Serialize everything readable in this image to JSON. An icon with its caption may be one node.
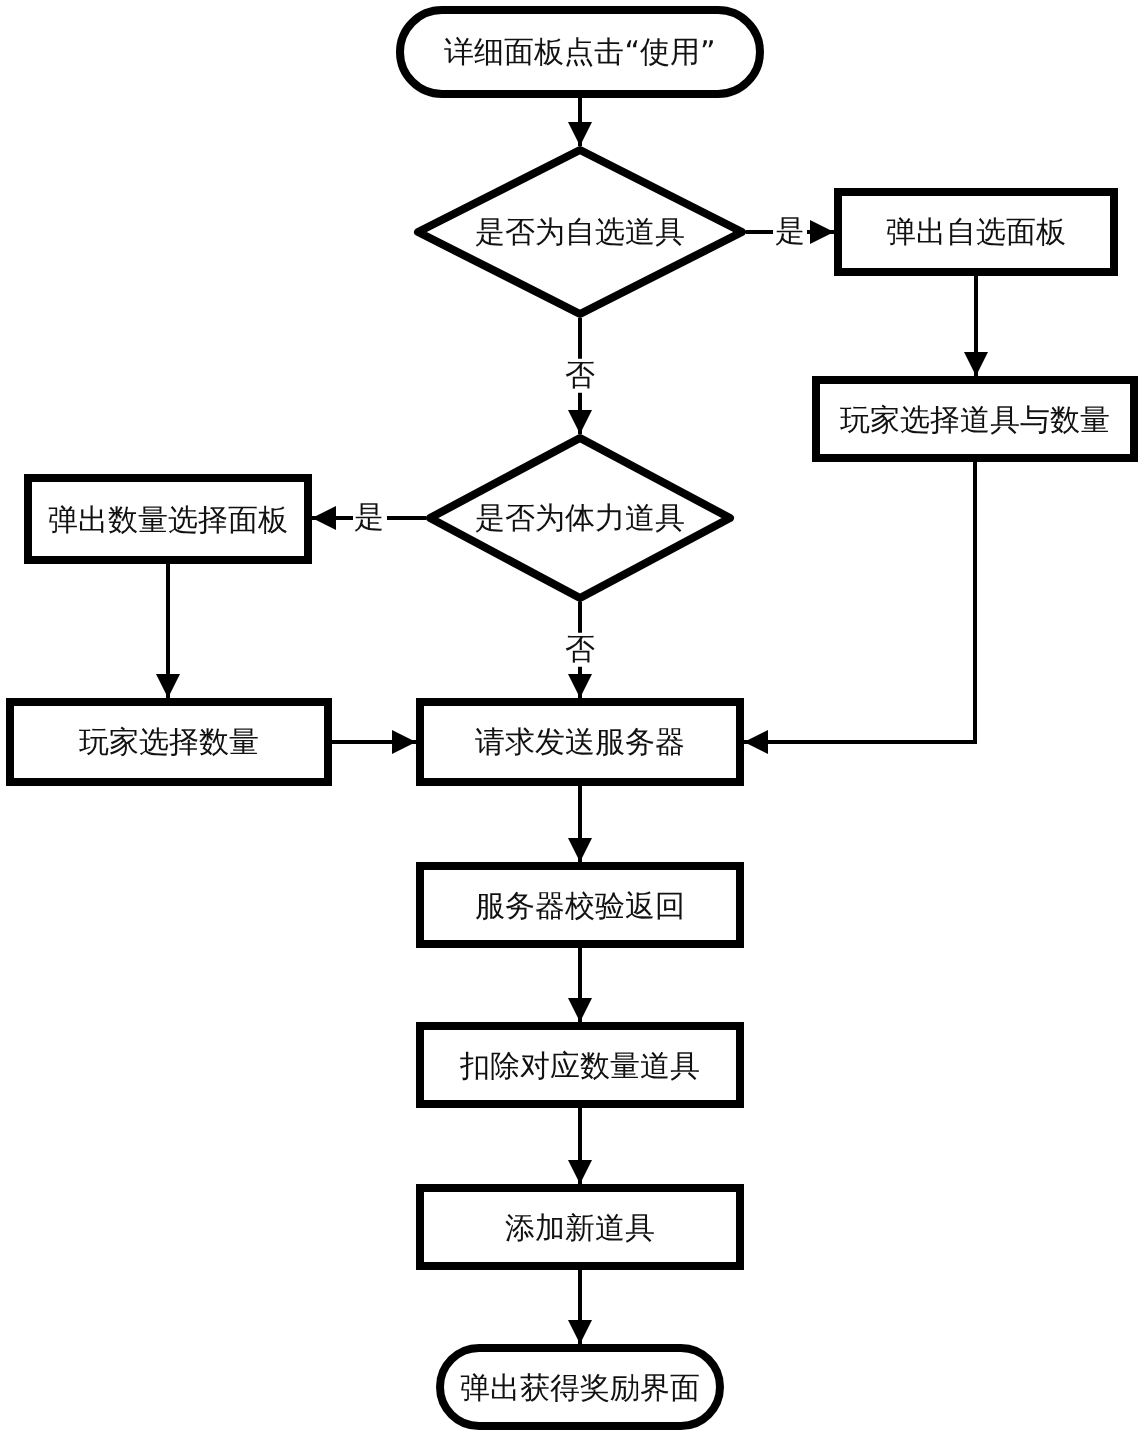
{
  "diagram": {
    "nodes": [
      {
        "text": [
          "详细面板点击“使用”"
        ]
      },
      {
        "text": [
          "是否为自选道具"
        ]
      },
      {
        "text": [
          "弹出自选面板"
        ]
      },
      {
        "text": [
          "玩家选择道具与数量"
        ]
      },
      {
        "text": [
          "是否为体力道具"
        ]
      },
      {
        "text": [
          "弹出数量选择面板"
        ]
      },
      {
        "text": [
          "玩家选择数量"
        ]
      },
      {
        "text": [
          "请求发送服务器"
        ]
      },
      {
        "text": [
          "服务器校验返回"
        ]
      },
      {
        "text": [
          "扣除对应数量道具"
        ]
      },
      {
        "text": [
          "添加新道具"
        ]
      },
      {
        "text": [
          "弹出获得奖励界面"
        ]
      }
    ],
    "edges": [
      {
        "from": 0,
        "to": 1,
        "arrow": "to"
      },
      {
        "from": 1,
        "to": 2,
        "arrow": "to",
        "label": "是"
      },
      {
        "from": 1,
        "to": 4,
        "arrow": "to",
        "label": "否"
      },
      {
        "from": 2,
        "to": 3,
        "arrow": "to"
      },
      {
        "from": 4,
        "to": 5,
        "arrow": "to",
        "label": "是"
      },
      {
        "from": 4,
        "to": 7,
        "arrow": "to",
        "label": "否"
      },
      {
        "from": 5,
        "to": 6,
        "arrow": "to"
      },
      {
        "from": 6,
        "to": 7,
        "arrow": "to"
      },
      {
        "from": 3,
        "to": 7,
        "arrow": "to"
      },
      {
        "from": 7,
        "to": 8,
        "arrow": "to"
      },
      {
        "from": 8,
        "to": 9,
        "arrow": "to"
      },
      {
        "from": 9,
        "to": 10,
        "arrow": "to"
      },
      {
        "from": 10,
        "to": 11,
        "arrow": "to"
      }
    ]
  }
}
